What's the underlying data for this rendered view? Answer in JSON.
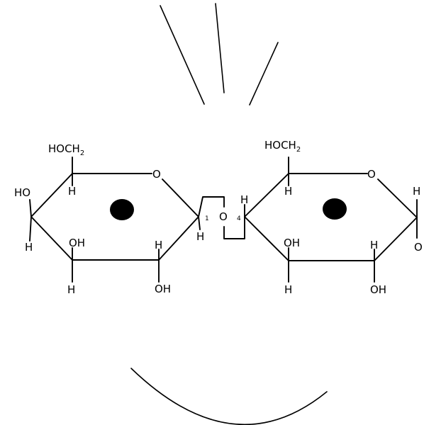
{
  "labels": {
    "left_hoch2": "HOCH",
    "left_hoch2_sub": "2",
    "left_ring_o": "O",
    "left_c5_h": "H",
    "left_ho": "HO",
    "left_c4_h": "H",
    "left_c3_oh": "OH",
    "left_c3_h": "H",
    "left_c2_h": "H",
    "left_c2_oh": "OH",
    "left_c1_num": "1",
    "left_c1_h": "H",
    "bridge_o": "O",
    "right_c4_num": "4",
    "right_c4_h": "H",
    "right_hoch2": "HOCH",
    "right_hoch2_sub": "2",
    "right_c5_h": "H",
    "right_ring_o": "O",
    "right_c3_oh": "OH",
    "right_c3_h": "H",
    "right_c2_h": "H",
    "right_c2_oh": "OH",
    "right_c1_h": "H",
    "right_c1_o": "O"
  },
  "colors": {
    "ink": "#000000",
    "background": "#ffffff"
  }
}
